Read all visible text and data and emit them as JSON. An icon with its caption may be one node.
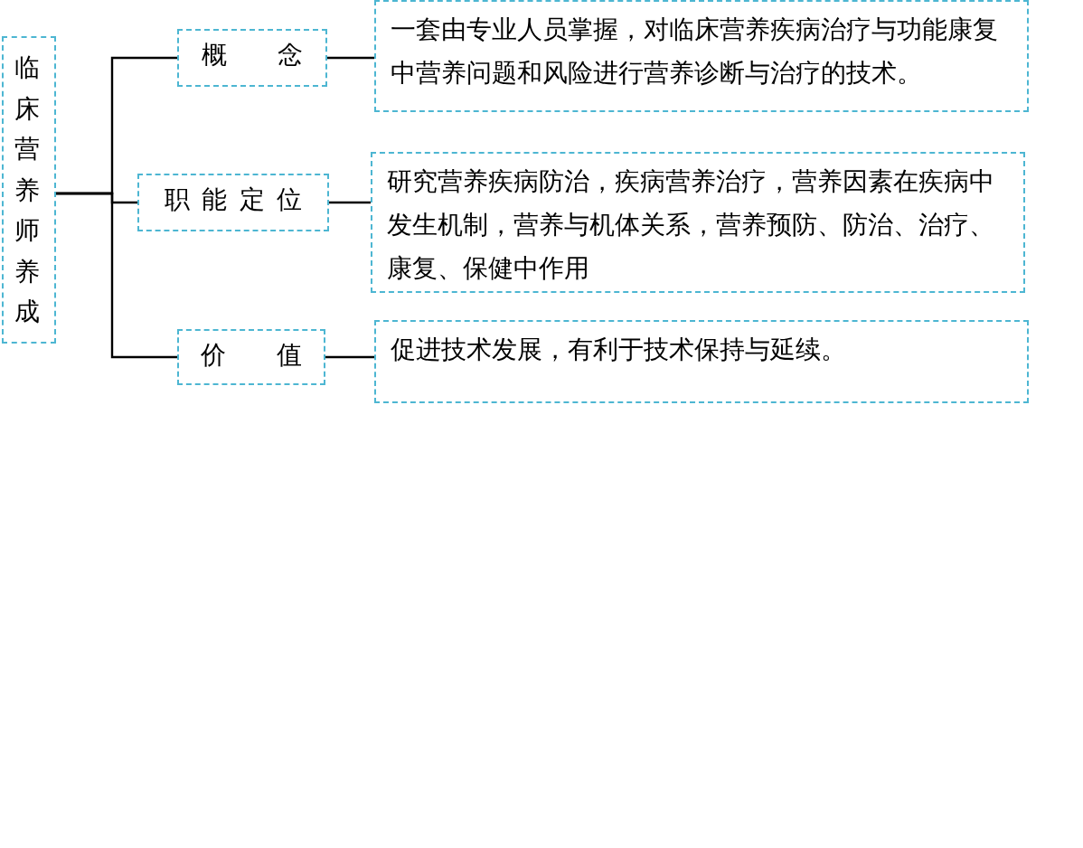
{
  "diagram": {
    "nodes": [
      {
        "text": [
          "临床营养师养成"
        ]
      },
      {
        "text": [
          "概念"
        ]
      },
      {
        "text": [
          "职能定位"
        ]
      },
      {
        "text": [
          "价值"
        ]
      },
      {
        "text": [
          "一套由专业人员掌握，对临床营养疾病治疗与功能康复中营养问题和风险进行营养诊断与治疗的技术。"
        ]
      },
      {
        "text": [
          "研究营养疾病防治，疾病营养治疗，营养因素在疾病中发生机制，营养与机体关系，营养预防、防治、治疗、康复、保健中作用"
        ]
      },
      {
        "text": [
          "促进技术发展，有利于技术保持与延续。"
        ]
      }
    ],
    "edges": [
      {
        "from": 0,
        "to": 1,
        "arrow": "none"
      },
      {
        "from": 0,
        "to": 2,
        "arrow": "none"
      },
      {
        "from": 0,
        "to": 3,
        "arrow": "none"
      },
      {
        "from": 1,
        "to": 4,
        "arrow": "none"
      },
      {
        "from": 2,
        "to": 5,
        "arrow": "none"
      },
      {
        "from": 3,
        "to": 6,
        "arrow": "none"
      }
    ]
  }
}
